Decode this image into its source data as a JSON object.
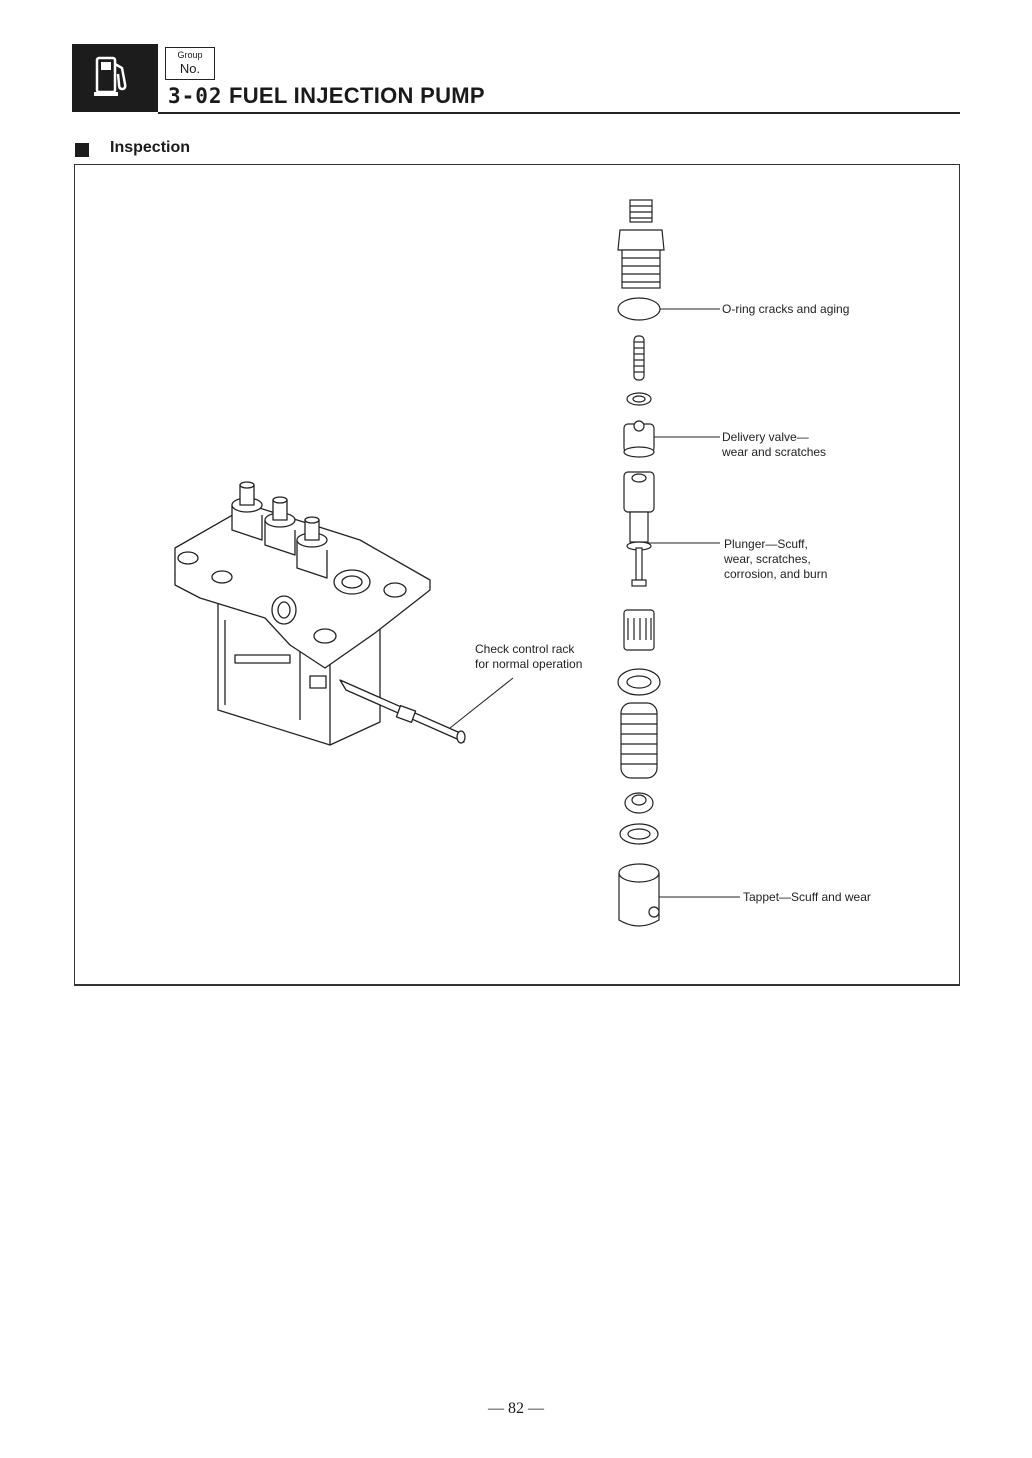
{
  "header": {
    "group_label": "Group",
    "no_label": "No.",
    "section_number": "3-02",
    "title": "FUEL INJECTION PUMP",
    "icon": "fuel-pump-icon"
  },
  "section": {
    "title": "Inspection"
  },
  "callouts": {
    "control_rack": [
      "Check control rack",
      "for normal operation"
    ],
    "o_ring": [
      "O-ring cracks and aging"
    ],
    "delivery_valve": [
      "Delivery valve—",
      "wear and scratches"
    ],
    "plunger": [
      "Plunger—Scuff,",
      "wear, scratches,",
      "corrosion, and burn"
    ],
    "tappet": [
      "Tappet—Scuff and wear"
    ]
  },
  "footer": {
    "page_number": "— 82 —"
  }
}
